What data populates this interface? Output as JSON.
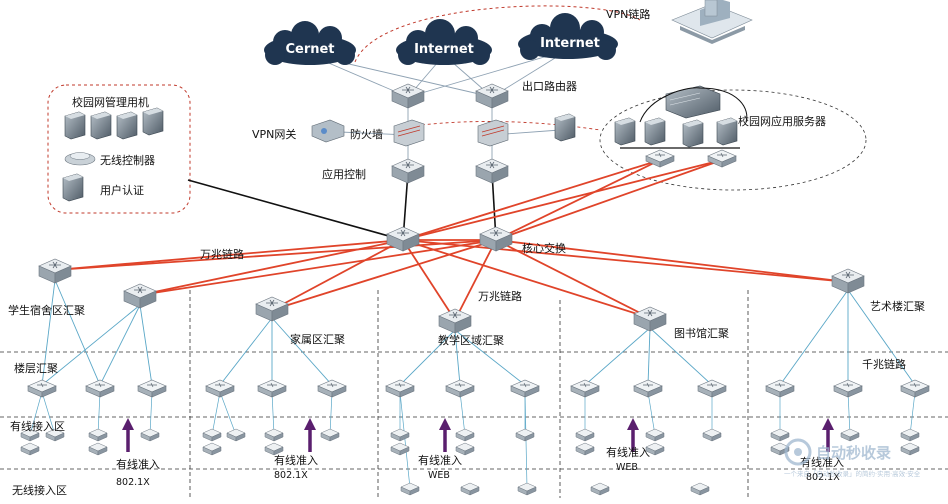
{
  "clouds": [
    "Cernet",
    "Internet",
    "Internet"
  ],
  "labels": {
    "vpn_link": "VPN链路",
    "exit_router": "出口路由器",
    "campus_mgmt": "校园网管理用机",
    "wireless_ctrl": "无线控制器",
    "user_auth": "用户认证",
    "vpn_gateway": "VPN网关",
    "firewall": "防火墙",
    "app_control": "应用控制",
    "app_servers": "校园网应用服务器",
    "core_switch": "核心交换",
    "tengig_1": "万兆链路",
    "tengig_2": "万兆链路",
    "dorm_agg": "学生宿舍区汇聚",
    "family_agg": "家属区汇聚",
    "teaching_agg": "教学区域汇聚",
    "library_agg": "图书馆汇聚",
    "art_agg": "艺术楼汇聚",
    "gig_link": "千兆链路",
    "floor_agg": "楼层汇聚",
    "wired_zone": "有线接入区",
    "wireless_zone": "无线接入区",
    "wired_auth": "有线准入",
    "proto_8021x": "802.1X",
    "proto_web": "WEB"
  },
  "watermark": {
    "title": "自动秒收录",
    "subtitle": "一个来自「自动秒收录」的简约·实用·高效·安全"
  },
  "colors": {
    "tengig": "#e0442a",
    "access_link": "#5aa7c7",
    "core_link": "#111111",
    "arrow": "#5a1f6e",
    "cloud": "#1f3550",
    "dash_box": "#c0392b",
    "device": "#a9b3bb"
  }
}
